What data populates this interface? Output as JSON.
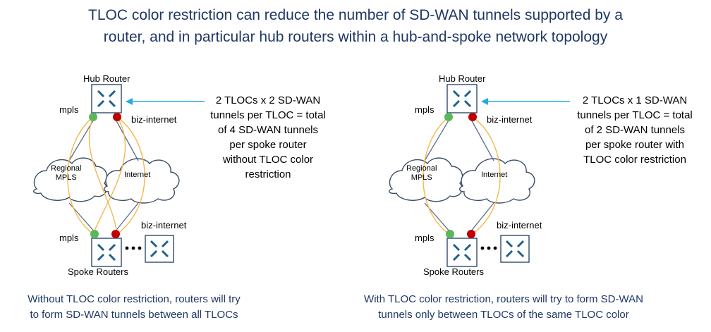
{
  "title": {
    "line1": "TLOC color restriction can reduce the number of SD-WAN tunnels supported by a",
    "line2": "router, and in particular hub routers within a hub-and-spoke network topology"
  },
  "colors": {
    "title": "#1f3864",
    "mpls_dot": "#5bb85a",
    "biz_dot": "#c00000",
    "tunnel": "#f4b84a",
    "link": "#5a6f8c",
    "arrow": "#29a9e0",
    "router_icon": "#1f5f8b"
  },
  "panels": [
    {
      "id": "without",
      "hub_label": "Hub Router",
      "mpls_label": "mpls",
      "biz_label": "biz-internet",
      "spoke_mpls_label": "mpls",
      "spoke_biz_label": "biz-internet",
      "spoke_label": "Spoke Routers",
      "cloud_mpls": [
        "Regional",
        "MPLS"
      ],
      "cloud_internet": "Internet",
      "note": [
        "2 TLOCs x 2 SD-WAN",
        "tunnels per TLOC = total",
        "of 4 SD-WAN tunnels",
        "per spoke router",
        "without  TLOC color",
        "restriction"
      ],
      "caption": [
        "Without TLOC color restriction, routers will try",
        "to form SD-WAN tunnels between all TLOCs"
      ]
    },
    {
      "id": "with",
      "hub_label": "Hub Router",
      "mpls_label": "mpls",
      "biz_label": "biz-internet",
      "spoke_mpls_label": "mpls",
      "spoke_biz_label": "biz-internet",
      "spoke_label": "Spoke Routers",
      "cloud_mpls": [
        "Regional",
        "MPLS"
      ],
      "cloud_internet": "Internet",
      "note": [
        "2 TLOCs x 1 SD-WAN",
        "tunnels per TLOC = total",
        "of 2 SD-WAN tunnels",
        "per spoke router with",
        "TLOC color restriction"
      ],
      "caption": [
        "With TLOC color restriction, routers will try to form SD-WAN",
        "tunnels only between TLOCs of the same TLOC color"
      ]
    }
  ]
}
